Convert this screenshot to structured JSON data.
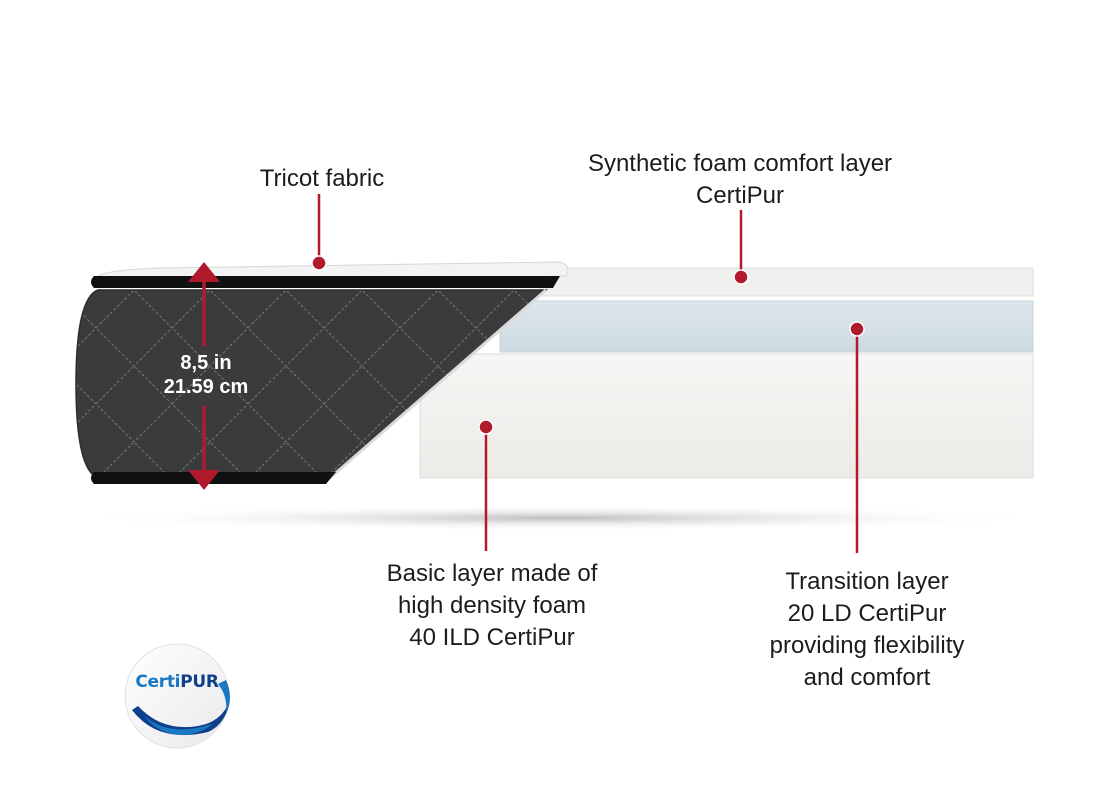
{
  "labels": {
    "tricot": [
      "Tricot fabric"
    ],
    "synthetic": [
      "Synthetic foam comfort layer",
      "CertiPur"
    ],
    "basic": [
      "Basic layer made of",
      "high density foam",
      "40 ILD CertiPur"
    ],
    "transition": [
      "Transition layer",
      "20 LD CertiPur",
      "providing flexibility",
      "and comfort"
    ]
  },
  "dimension": {
    "imperial": "8,5 in",
    "metric": "21.59 cm"
  },
  "badge": {
    "text_a": "Certi",
    "text_b": "PUR"
  },
  "colors": {
    "marker": "#b01a2c",
    "cover": "#3a3a3c",
    "foam": "#f2f2f0",
    "transition_layer": "#d6e2e8",
    "badge_dark": "#0f3f8a",
    "badge_light": "#1a78c2"
  }
}
